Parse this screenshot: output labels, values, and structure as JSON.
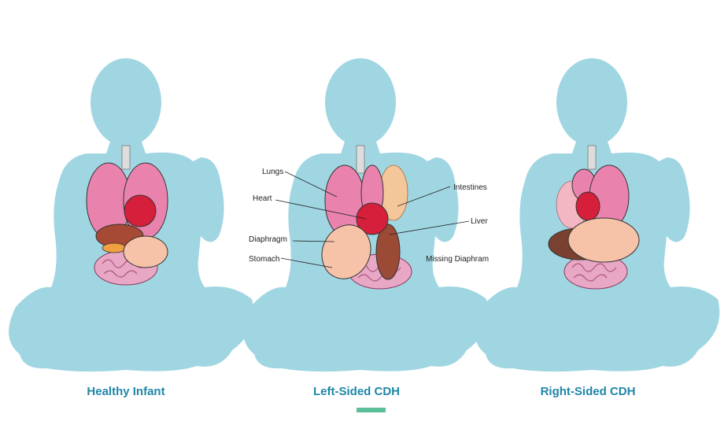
{
  "colors": {
    "silhouette": "#a0d6e2",
    "caption": "#1f86a8",
    "active_indicator": "#5bbf9a"
  },
  "panels": [
    {
      "caption": "Healthy Infant"
    },
    {
      "caption": "Left-Sided CDH",
      "active": true
    },
    {
      "caption": "Right-Sided CDH"
    }
  ],
  "labels": {
    "lungs": "Lungs",
    "heart": "Heart",
    "diaphragm": "Diaphragm",
    "stomach": "Stomach",
    "intestines": "Intestines",
    "liver": "Liver",
    "missing_diaphragm": "Missing Diaphram"
  }
}
